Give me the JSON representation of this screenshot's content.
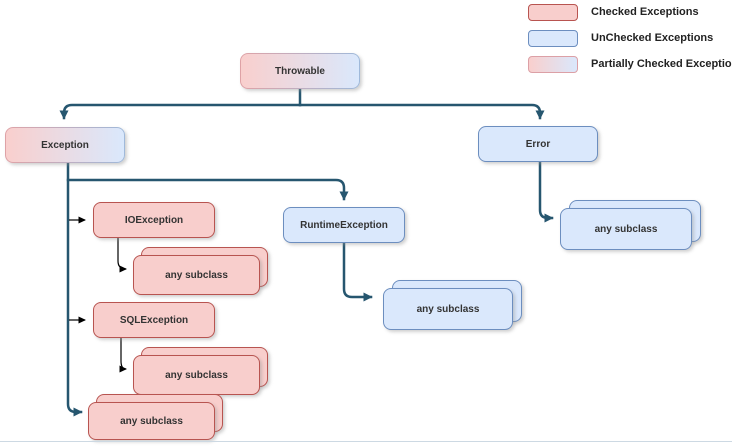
{
  "legend": {
    "items": [
      {
        "label": "Checked Exceptions",
        "swatch": "checked"
      },
      {
        "label": "UnChecked Exceptions",
        "swatch": "unchecked"
      },
      {
        "label": "Partially Checked Exceptions",
        "swatch": "partially-checked"
      }
    ]
  },
  "nodes": {
    "throwable": {
      "label": "Throwable",
      "category": "partially-checked"
    },
    "exception": {
      "label": "Exception",
      "category": "partially-checked"
    },
    "error": {
      "label": "Error",
      "category": "unchecked"
    },
    "ioexception": {
      "label": "IOException",
      "category": "checked"
    },
    "runtimeexception": {
      "label": "RuntimeException",
      "category": "unchecked"
    },
    "sqlexception": {
      "label": "SQLException",
      "category": "checked"
    },
    "ioexception_subclass": {
      "label": "any subclass",
      "category": "checked"
    },
    "sqlexception_subclass": {
      "label": "any subclass",
      "category": "checked"
    },
    "exception_subclass": {
      "label": "any subclass",
      "category": "checked"
    },
    "runtimeexception_subclass": {
      "label": "any subclass",
      "category": "unchecked"
    },
    "error_subclass": {
      "label": "any subclass",
      "category": "unchecked"
    }
  },
  "edges": [
    {
      "from": "throwable",
      "to": "exception"
    },
    {
      "from": "throwable",
      "to": "error"
    },
    {
      "from": "exception",
      "to": "ioexception"
    },
    {
      "from": "exception",
      "to": "sqlexception"
    },
    {
      "from": "exception",
      "to": "runtimeexception"
    },
    {
      "from": "exception",
      "to": "exception_subclass"
    },
    {
      "from": "ioexception",
      "to": "ioexception_subclass"
    },
    {
      "from": "sqlexception",
      "to": "sqlexception_subclass"
    },
    {
      "from": "runtimeexception",
      "to": "runtimeexception_subclass"
    },
    {
      "from": "error",
      "to": "error_subclass"
    }
  ],
  "colors": {
    "checked_fill": "#f8cecc",
    "checked_border": "#b85450",
    "unchecked_fill": "#dae8fc",
    "unchecked_border": "#6c8ebf",
    "partial_gradient_start": "#f9cfcd",
    "partial_gradient_end": "#dae8fc",
    "connector_thick": "#26566f",
    "connector_thin": "#000000",
    "text": "#333333"
  }
}
